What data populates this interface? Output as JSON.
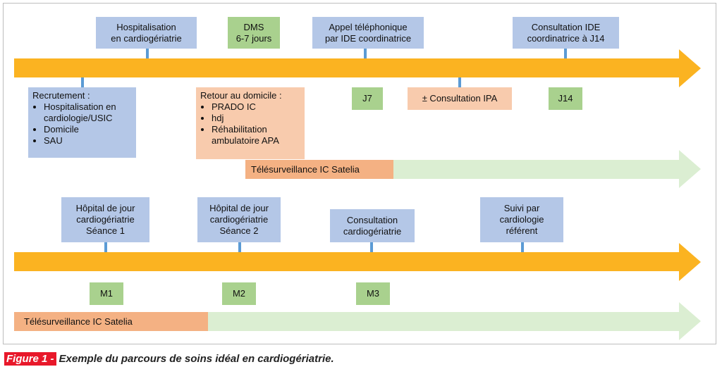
{
  "colors": {
    "arrow_orange": "#fbb321",
    "box_blue": "#b4c7e7",
    "box_green": "#a9d18e",
    "box_salmon": "#f8cbad",
    "telesurveillance_orange": "#f4b183",
    "telesurveillance_green": "#dbeed2",
    "connector": "#5b9bd5",
    "caption_tag": "#e8182a"
  },
  "timeline1": {
    "above": [
      {
        "lines": [
          "Hospitalisation",
          "en cardiogériatrie"
        ]
      },
      {
        "lines": [
          "DMS",
          "6-7 jours"
        ]
      },
      {
        "lines": [
          "Appel téléphonique",
          "par IDE coordinatrice"
        ]
      },
      {
        "lines": [
          "Consultation IDE",
          "coordinatrice à J14"
        ]
      }
    ],
    "recrutement": {
      "title": "Recrutement :",
      "items": [
        "Hospitalisation en cardiologie/USIC",
        "Domicile",
        "SAU"
      ]
    },
    "retour": {
      "title": "Retour au domicile :",
      "items": [
        "PRADO IC",
        "hdj",
        "Réhabilitation ambulatoire APA"
      ]
    },
    "j7": "J7",
    "ipa": "± Consultation IPA",
    "j14": "J14",
    "telesurveillance": "Télésurveillance IC Satelia"
  },
  "timeline2": {
    "above": [
      {
        "lines": [
          "Hôpital de jour",
          "cardiogériatrie",
          "Séance 1"
        ]
      },
      {
        "lines": [
          "Hôpital de jour",
          "cardiogériatrie",
          "Séance 2"
        ]
      },
      {
        "lines": [
          "Consultation",
          "cardiogériatrie"
        ]
      },
      {
        "lines": [
          "Suivi par",
          "cardiologie",
          "référent"
        ]
      }
    ],
    "milestones": [
      "M1",
      "M2",
      "M3"
    ],
    "telesurveillance": "Télésurveillance IC Satelia"
  },
  "caption": {
    "tag": "Figure 1 -",
    "text": "Exemple du parcours de soins idéal en cardiogériatrie."
  }
}
